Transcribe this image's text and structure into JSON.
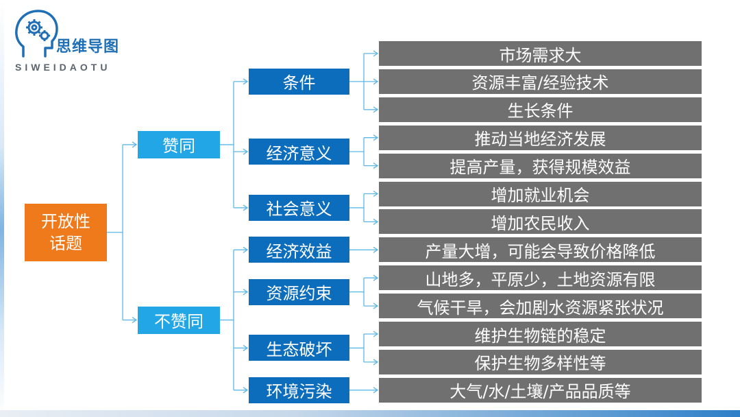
{
  "logo": {
    "title": "思维导图",
    "subtitle": "SIWEIDAOTU",
    "icon": "head-with-gears-icon"
  },
  "colors": {
    "root": "#ef7a1c",
    "level1": "#22a6e6",
    "level2": "#0c6dbd",
    "leaf": "#707070",
    "connector": "#5bb7e8"
  },
  "mindmap": {
    "root": "开放性话题",
    "branches": [
      {
        "label": "赞同",
        "children": [
          {
            "label": "条件",
            "leaves": [
              "市场需求大",
              "资源丰富/经验技术",
              "生长条件"
            ]
          },
          {
            "label": "经济意义",
            "leaves": [
              "推动当地经济发展",
              "提高产量，获得规模效益"
            ]
          },
          {
            "label": "社会意义",
            "leaves": [
              "增加就业机会",
              "增加农民收入"
            ]
          }
        ]
      },
      {
        "label": "不赞同",
        "children": [
          {
            "label": "经济效益",
            "leaves": [
              "产量大增，可能会导致价格降低"
            ]
          },
          {
            "label": "资源约束",
            "leaves": [
              "山地多，平原少，土地资源有限",
              "气候干旱，会加剧水资源紧张状况"
            ]
          },
          {
            "label": "生态破坏",
            "leaves": [
              "维护生物链的稳定",
              "保护生物多样性等"
            ]
          },
          {
            "label": "环境污染",
            "leaves": [
              "大气/水/土壤/产品品质等"
            ]
          }
        ]
      }
    ]
  }
}
